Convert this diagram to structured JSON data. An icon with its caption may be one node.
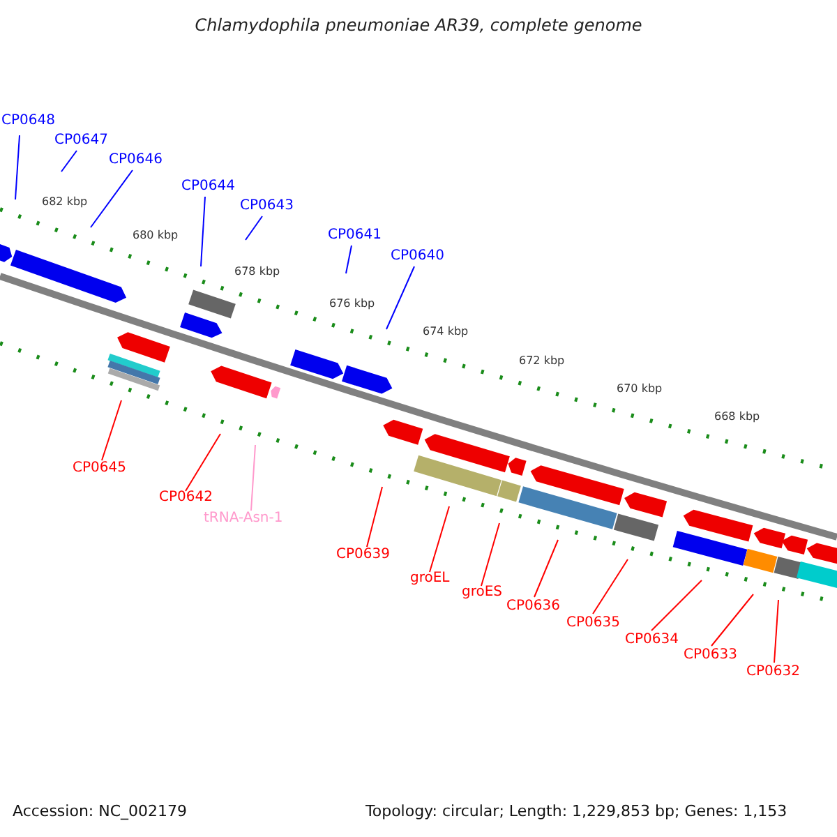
{
  "diagram": {
    "title": "Chlamydophila pneumoniae AR39, complete genome",
    "nodes": [
      {
        "text": [
          "CP0648"
        ]
      },
      {
        "text": [
          "CP0647"
        ]
      },
      {
        "text": [
          "CP0646"
        ]
      },
      {
        "text": [
          "CP0644"
        ]
      },
      {
        "text": [
          "CP0643"
        ]
      },
      {
        "text": [
          "CP0641"
        ]
      },
      {
        "text": [
          "CP0640"
        ]
      },
      {
        "text": [
          "CP0645"
        ]
      },
      {
        "text": [
          "CP0642"
        ]
      },
      {
        "text": [
          "tRNA-Asn-1"
        ]
      },
      {
        "text": [
          "CP0639"
        ]
      },
      {
        "text": [
          "groEL"
        ]
      },
      {
        "text": [
          "groES"
        ]
      },
      {
        "text": [
          "CP0636"
        ]
      },
      {
        "text": [
          "CP0635"
        ]
      },
      {
        "text": [
          "CP0634"
        ]
      },
      {
        "text": [
          "CP0633"
        ]
      },
      {
        "text": [
          "CP0632"
        ]
      }
    ],
    "edges": [
      {
        "from": 0,
        "to": null,
        "arrow": "none",
        "color": "#0000ff"
      },
      {
        "from": 1,
        "to": null,
        "arrow": "none",
        "color": "#0000ff"
      },
      {
        "from": 2,
        "to": null,
        "arrow": "none",
        "color": "#0000ff"
      },
      {
        "from": 3,
        "to": null,
        "arrow": "none",
        "color": "#0000ff"
      },
      {
        "from": 4,
        "to": null,
        "arrow": "none",
        "color": "#0000ff"
      },
      {
        "from": 5,
        "to": null,
        "arrow": "none",
        "color": "#0000ff"
      },
      {
        "from": 6,
        "to": null,
        "arrow": "none",
        "color": "#0000ff"
      },
      {
        "from": 7,
        "to": null,
        "arrow": "none"
      },
      {
        "from": 8,
        "to": null,
        "arrow": "none"
      },
      {
        "from": 9,
        "to": null,
        "arrow": "none",
        "color": "#ff99cc"
      },
      {
        "from": 10,
        "to": null,
        "arrow": "none"
      },
      {
        "from": 11,
        "to": null,
        "arrow": "none"
      },
      {
        "from": 12,
        "to": null,
        "arrow": "none"
      },
      {
        "from": 13,
        "to": null,
        "arrow": "none"
      },
      {
        "from": 14,
        "to": null,
        "arrow": "none"
      },
      {
        "from": 15,
        "to": null,
        "arrow": "none"
      },
      {
        "from": 16,
        "to": null,
        "arrow": "none"
      },
      {
        "from": 17,
        "to": null,
        "arrow": "none"
      }
    ],
    "labels": [
      "682 kbp",
      "680 kbp",
      "678 kbp",
      "676 kbp",
      "674 kbp",
      "672 kbp",
      "670 kbp",
      "668 kbp",
      "Accession: NC_002179",
      "Topology: circular; Length: 1,229,853 bp; Genes: 1,153"
    ]
  }
}
